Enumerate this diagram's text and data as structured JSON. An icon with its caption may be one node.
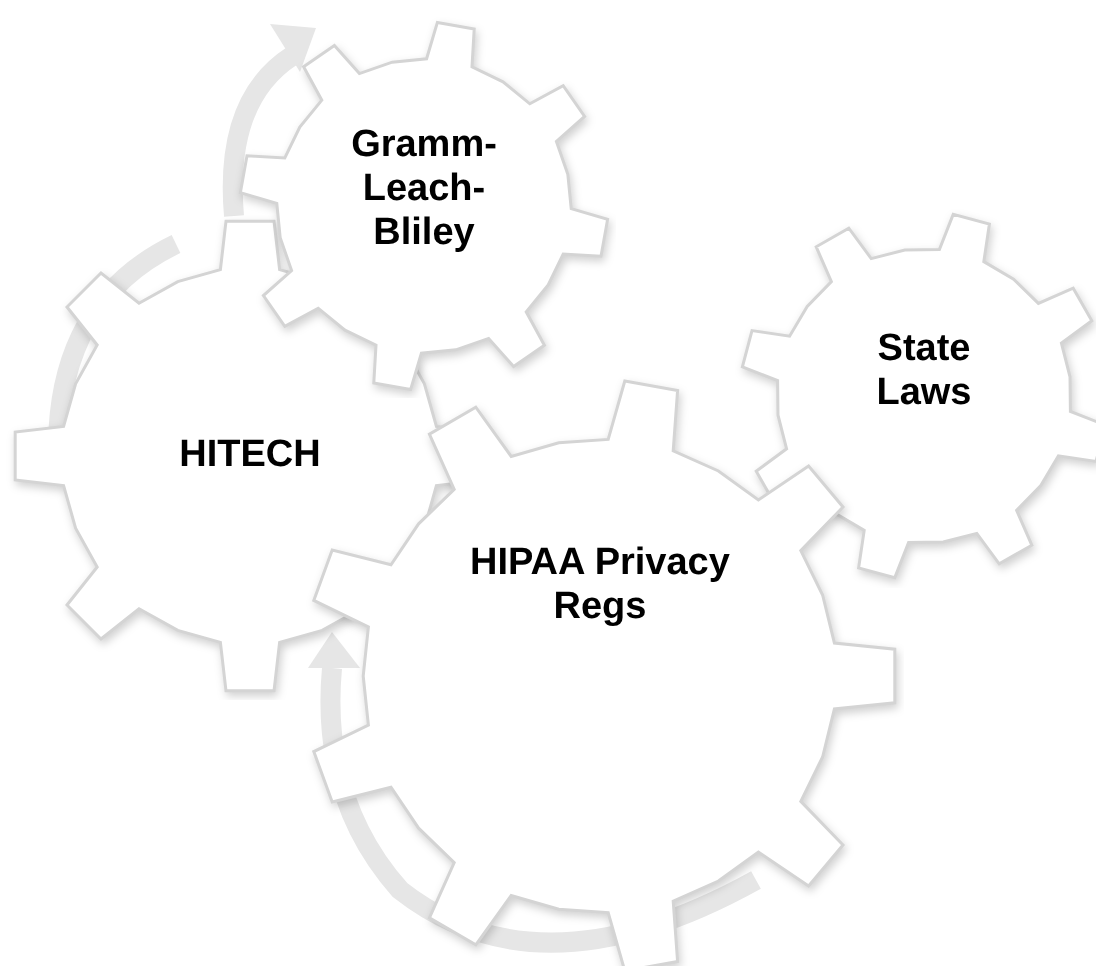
{
  "diagram": {
    "nodes": [
      {
        "text": [
          "Gramm- Leach- Bliley"
        ]
      },
      {
        "text": [
          "HITECH"
        ]
      },
      {
        "text": [
          "State Laws"
        ]
      },
      {
        "text": [
          "HIPAA Privacy Regs"
        ]
      }
    ]
  }
}
